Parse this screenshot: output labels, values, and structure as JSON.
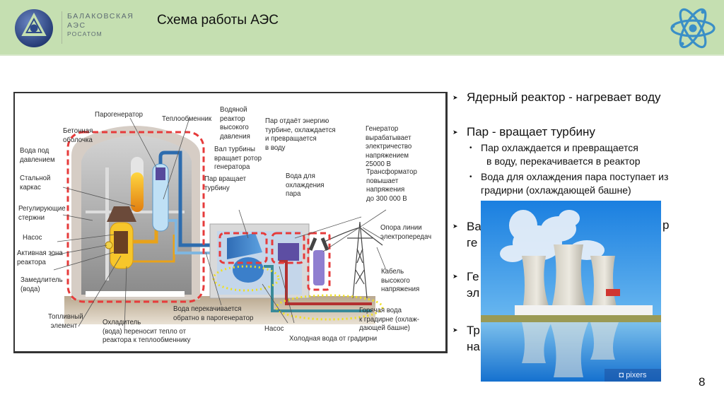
{
  "header": {
    "brand_line1": "БАЛАКОВСКАЯ",
    "brand_line2": "АЭС",
    "brand_line3": "РОСАТОМ",
    "title": "Схема работы АЭС",
    "logo_icon": "rosatom-logo-icon",
    "corner_icon": "atom-icon",
    "colors": {
      "header_bg": "#c5dfb1",
      "accent_blue": "#3a8fc7",
      "logo_blue": "#2e4a8a"
    }
  },
  "diagram": {
    "labels": {
      "parogenerator": "Парогенератор",
      "teploobmennik": "Теплообменник",
      "vodyanoy_reaktor": [
        "Водяной",
        "реактор",
        "высокого",
        "давления"
      ],
      "betonnaya": [
        "Бетонная",
        "оболочка"
      ],
      "voda_pod": [
        "Вода под",
        "давлением"
      ],
      "stalnoy": [
        "Стальной",
        "каркас"
      ],
      "reguliruyushchie": [
        "Регулирующие",
        "стержни"
      ],
      "nasos_left": "Насос",
      "aktivnaya": [
        "Активная зона",
        "реактора"
      ],
      "zamedlitel": [
        "Замедлитель",
        "(вода)"
      ],
      "toplivny": [
        "Топливный",
        "элемент"
      ],
      "okhladitel": [
        "Охладитель",
        "(вода) переносит тепло от",
        "реактора к теплообменнику"
      ],
      "par_otdaet": [
        "Пар отдаёт энергию",
        "турбине, охлаждается",
        "и превращается",
        "в воду"
      ],
      "val_turbiny": [
        "Вал турбины",
        "вращает ротор",
        "генератора"
      ],
      "par_vrashchaet": [
        "Пар вращает",
        "турбину"
      ],
      "voda_dlya": [
        "Вода для",
        "охлаждения",
        "пара"
      ],
      "generator": [
        "Генератор",
        "вырабатывает",
        "электричество",
        "напряжением",
        "25000 В"
      ],
      "transformator": [
        "Трансформатор",
        "повышает",
        "напряжения",
        "до 300 000 В"
      ],
      "opora": [
        "Опора линии",
        "электропередач"
      ],
      "kabel": [
        "Кабель",
        "высокого",
        "напряжения"
      ],
      "voda_perekachivaetsya": [
        "Вода перекачивается",
        "обратно в парогенератор"
      ],
      "nasos_right": "Насос",
      "goryachaya": [
        "Горячая вода",
        "к градирне (охлаж-",
        "дающей башне)"
      ],
      "kholodnaya": "Холодная вода от градирни"
    }
  },
  "bullets": [
    {
      "text": "Ядерный реактор - нагревает воду"
    },
    {
      "text": "Пар - вращает турбину",
      "sub": [
        [
          "Пар охлаждается и превращается",
          "в воду, перекачивается в реактор"
        ],
        [
          "Вода для охлаждения пара поступает из",
          "градирни (охлаждающей башне)"
        ]
      ]
    },
    {
      "text_visible": [
        "Ва",
        "р",
        "ге"
      ]
    },
    {
      "text_visible": [
        "Ге",
        "эл"
      ]
    },
    {
      "text_visible": [
        "Тр",
        "на"
      ]
    }
  ],
  "photo": {
    "subject": "cooling-towers-photo",
    "watermark": "pixers"
  },
  "page_number": "8"
}
